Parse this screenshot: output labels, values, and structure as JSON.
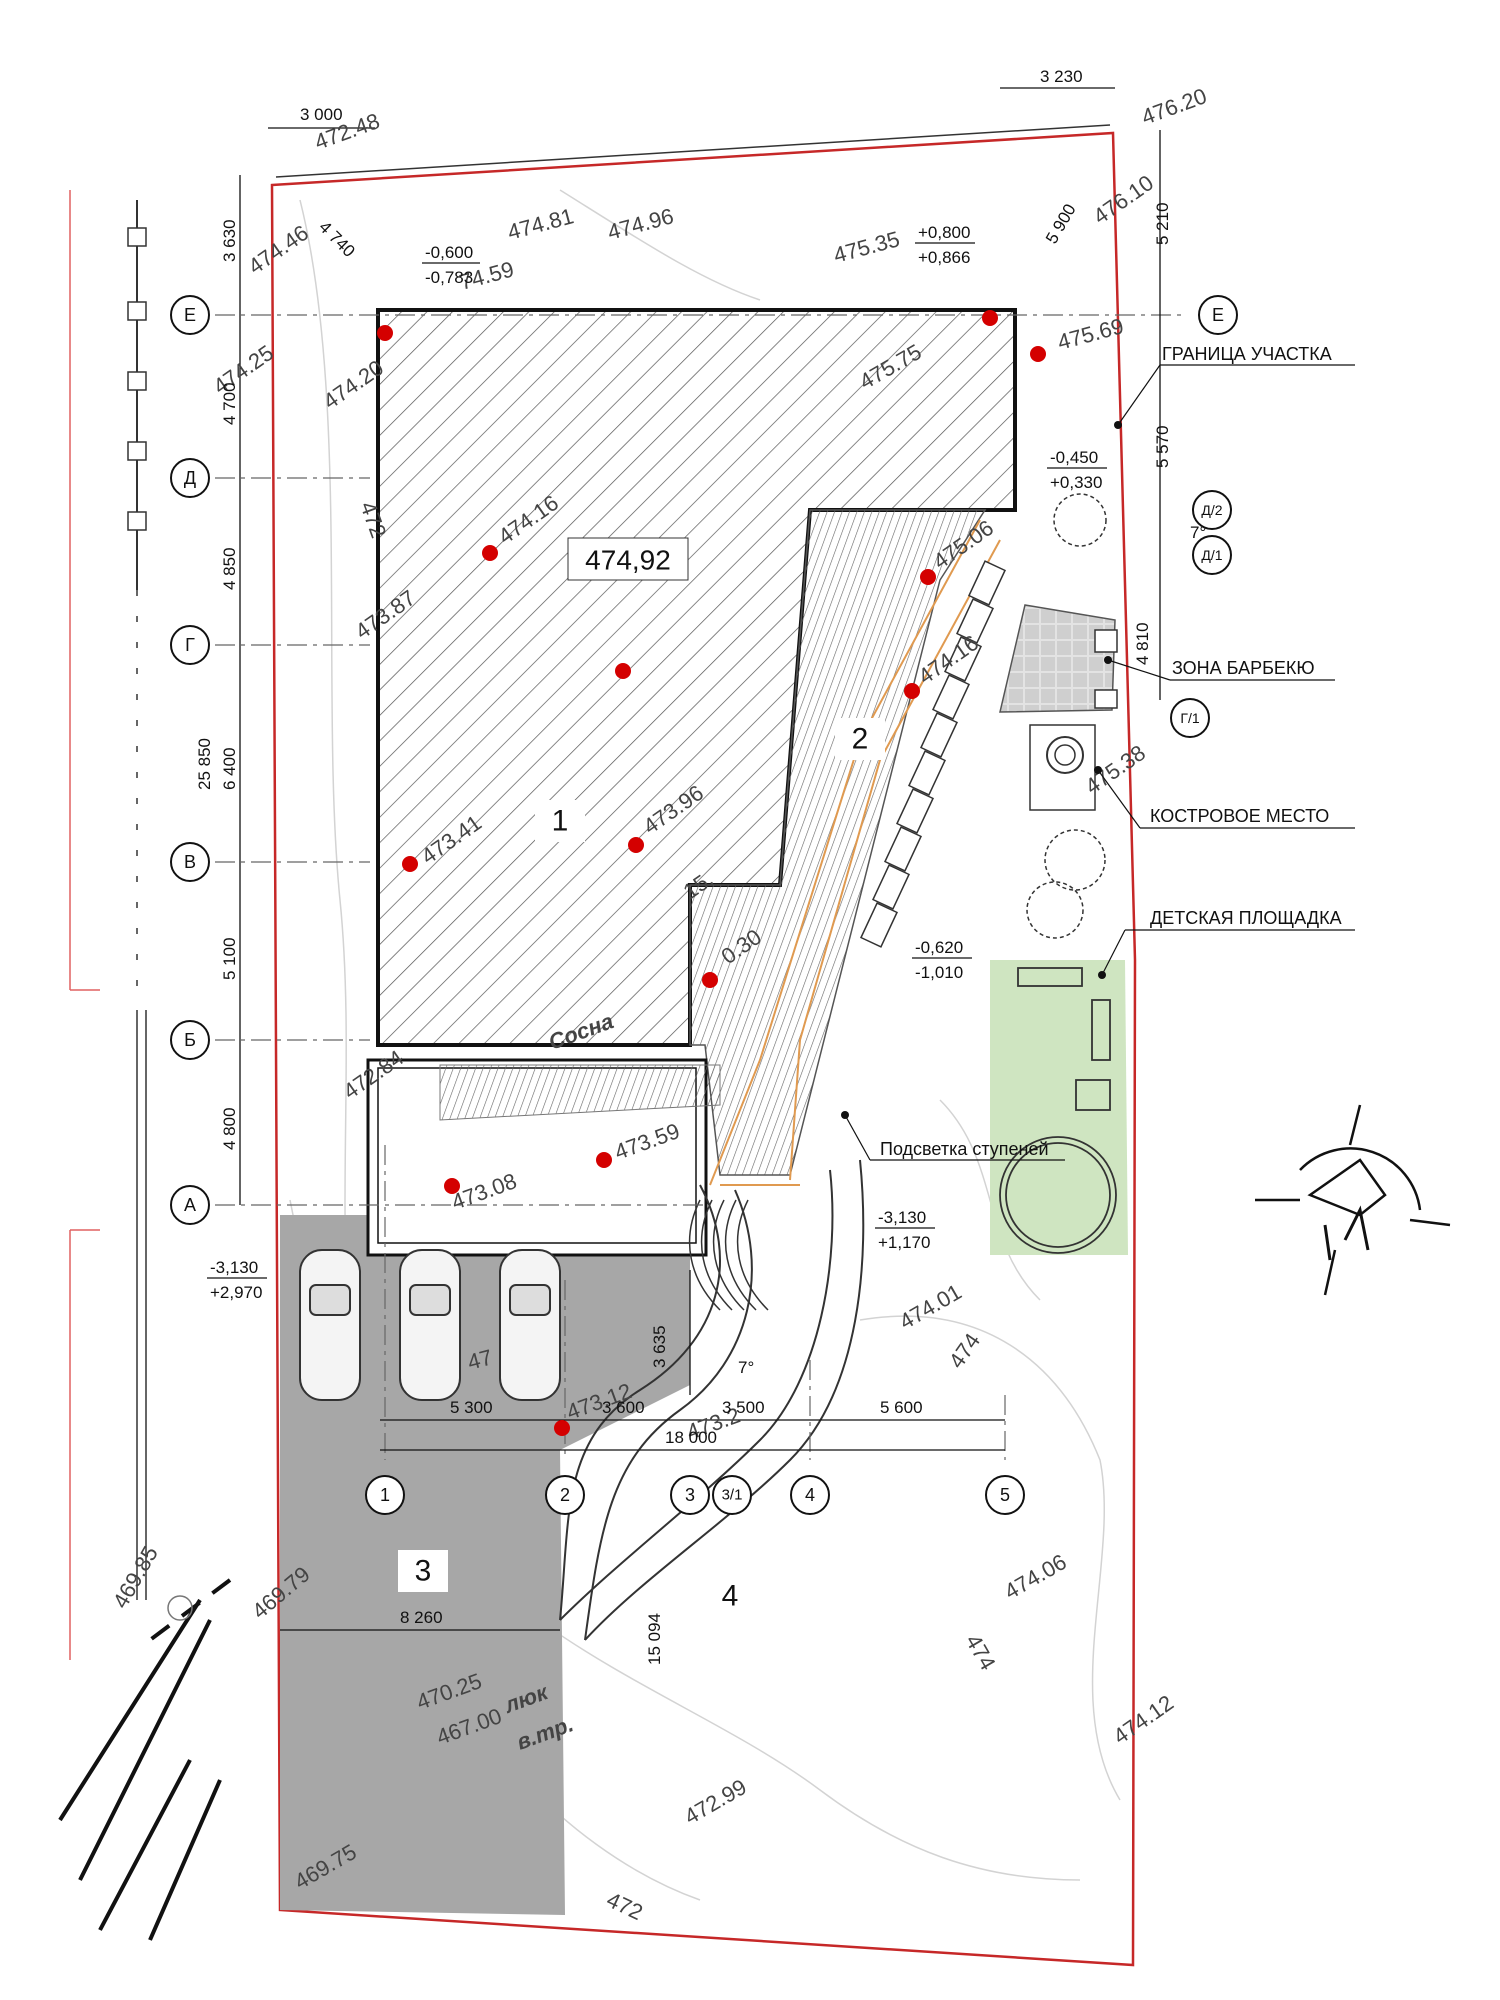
{
  "main_platform_level": "474,92",
  "zones": {
    "z1": "1",
    "z2": "2",
    "z3": "3",
    "z4": "4"
  },
  "callouts": {
    "boundary": "ГРАНИЦА УЧАСТКА",
    "bbq": "ЗОНА БАРБЕКЮ",
    "fire": "КОСТРОВОЕ МЕСТО",
    "playground": "ДЕТСКАЯ ПЛОЩАДКА",
    "lighting": "Подсветка ступеней",
    "pine": "Сосна",
    "hatch": "люк",
    "pipe": "в.тр."
  },
  "row_axes": [
    "Е",
    "Д",
    "Г",
    "В",
    "Б",
    "А"
  ],
  "col_axes": [
    "1",
    "2",
    "3",
    "3/1",
    "4",
    "5"
  ],
  "extra_axes": [
    "Д/2",
    "Д/1",
    "Г/1",
    "Е"
  ],
  "dimensions": {
    "top_left": "3 000",
    "top_right": "3 230",
    "left_3630": "3 630",
    "diag_4740": "4 740",
    "left_4700": "4 700",
    "left_4850": "4 850",
    "left_6400": "6 400",
    "left_25850": "25 850",
    "left_5100": "5 100",
    "left_4800": "4 800",
    "right_5900": "5 900",
    "right_5210": "5 210",
    "right_5570": "5 570",
    "right_4810": "4 810",
    "bottom_5300": "5 300",
    "bottom_3600": "3 600",
    "bottom_3500": "3 500",
    "bottom_5600": "5 600",
    "bottom_18000": "18 000",
    "v_3635": "3 635",
    "h_8260": "8 260",
    "v_15094": "15 094",
    "angle": "7°",
    "angle2": "7°"
  },
  "level_marks": {
    "lm1_top": "-0,600",
    "lm1_bot": "-0,783",
    "lm2_top": "+0,800",
    "lm2_bot": "+0,866",
    "lm3_top": "-0,450",
    "lm3_bot": "+0,330",
    "lm4_top": "-0,620",
    "lm4_bot": "-1,010",
    "lm5_top": "-3,130",
    "lm5_bot": "+1,170",
    "lm6_top": "-3,130",
    "lm6_bot": "+2,970"
  },
  "elevations": [
    "472.48",
    "476.20",
    "474.46",
    "474.81",
    "474.96",
    "74.59",
    "475.35",
    "476.10",
    "475.69",
    "474.25",
    "474.20",
    "475.75",
    "474.16",
    "473.87",
    "475.06",
    "474.16",
    "472",
    "473.41",
    "473.96",
    "15.",
    "0.30",
    "472.84",
    "473.59",
    "473.08",
    "475.38",
    "474.01",
    "474",
    "473.12",
    "473.2",
    "474.06",
    "474",
    "469.85",
    "469.79",
    "470.25",
    "467.00",
    "474.12",
    "472.99",
    "469.75",
    "472",
    "47"
  ]
}
